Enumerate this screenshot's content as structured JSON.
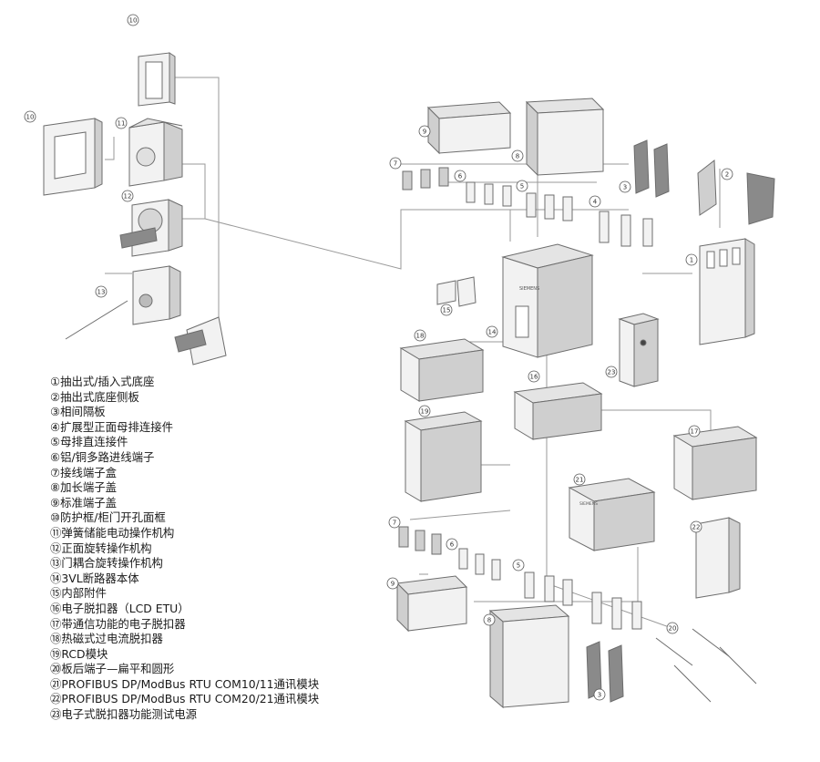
{
  "legend": [
    "①抽出式/插入式底座",
    "②抽出式底座侧板",
    "③相间隔板",
    "④扩展型正面母排连接件",
    "⑤母排直连接件",
    "⑥铝/铜多路进线端子",
    "⑦接线端子盒",
    "⑧加长端子盖",
    "⑨标准端子盖",
    "⑩防护框/柜门开孔面框",
    "⑪弹簧储能电动操作机构",
    "⑫正面旋转操作机构",
    "⑬门耦合旋转操作机构",
    "⑭3VL断路器本体",
    "⑮内部附件",
    "⑯电子脱扣器（LCD ETU）",
    "⑰带通信功能的电子脱扣器",
    "⑱热磁式过电流脱扣器",
    "⑲RCD模块",
    "⑳板后端子—扁平和圆形",
    "㉑PROFIBUS DP/ModBus RTU COM10/11通讯模块",
    "㉒PROFIBUS DP/ModBus RTU COM20/21通讯模块",
    "㉓电子式脱扣器功能测试电源"
  ],
  "callouts": {
    "c1": "1",
    "c2": "2",
    "c3a": "3",
    "c3b": "3",
    "c4": "4",
    "c5a": "5",
    "c5b": "5",
    "c6a": "6",
    "c6b": "6",
    "c7a": "7",
    "c7b": "7",
    "c8a": "8",
    "c8b": "8",
    "c9a": "9",
    "c9b": "9",
    "c10a": "10",
    "c10b": "10",
    "c11": "11",
    "c12": "12",
    "c13": "13",
    "c14": "14",
    "c15": "15",
    "c16": "16",
    "c17": "17",
    "c18": "18",
    "c19": "19",
    "c20": "20",
    "c21": "21",
    "c22": "22",
    "c23": "23"
  },
  "labels": {
    "breaker_brand": "SIEMENS",
    "module_brand": "SIEMENS"
  }
}
